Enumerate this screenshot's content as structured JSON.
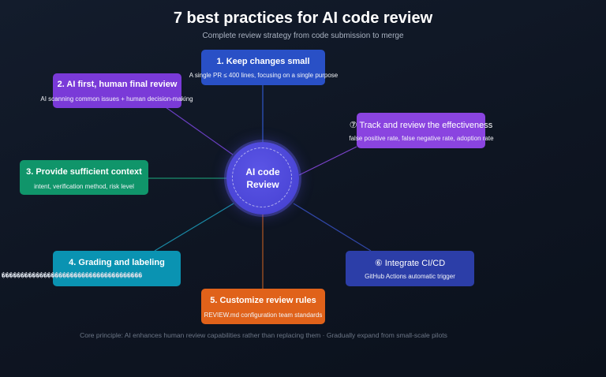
{
  "header": {
    "title": "7 best practices for AI code review",
    "subtitle": "Complete review strategy from code submission to merge"
  },
  "hub": {
    "label": "AI code Review"
  },
  "practices": [
    {
      "title": "1. Keep changes small",
      "desc": "A single PR ≤ 400 lines, focusing on a single purpose",
      "color": "#2950c6"
    },
    {
      "title": "2. AI first, human final review",
      "desc": "AI scanning common issues + human decision-making",
      "color": "#7a3ad8"
    },
    {
      "title": "3. Provide sufficient context",
      "desc": "intent, verification method, risk level",
      "color": "#10956a"
    },
    {
      "title": "4. Grading and labeling",
      "desc": "�������������������������������������",
      "color": "#0a93b2"
    },
    {
      "title": "5. Customize review rules",
      "desc": "REVIEW.md configuration team standards",
      "color": "#e0621a"
    },
    {
      "title": "⑥ Integrate CI/CD",
      "desc": "GitHub Actions automatic trigger",
      "color": "#2c3ea8"
    },
    {
      "title": "⑦ Track and review the effectiveness",
      "desc": "false positive rate, false negative rate, adoption rate",
      "color": "#8a44e0"
    }
  ],
  "footer": {
    "text": "Core principle: AI enhances human review capabilities rather than replacing them · Gradually expand from small-scale pilots"
  }
}
